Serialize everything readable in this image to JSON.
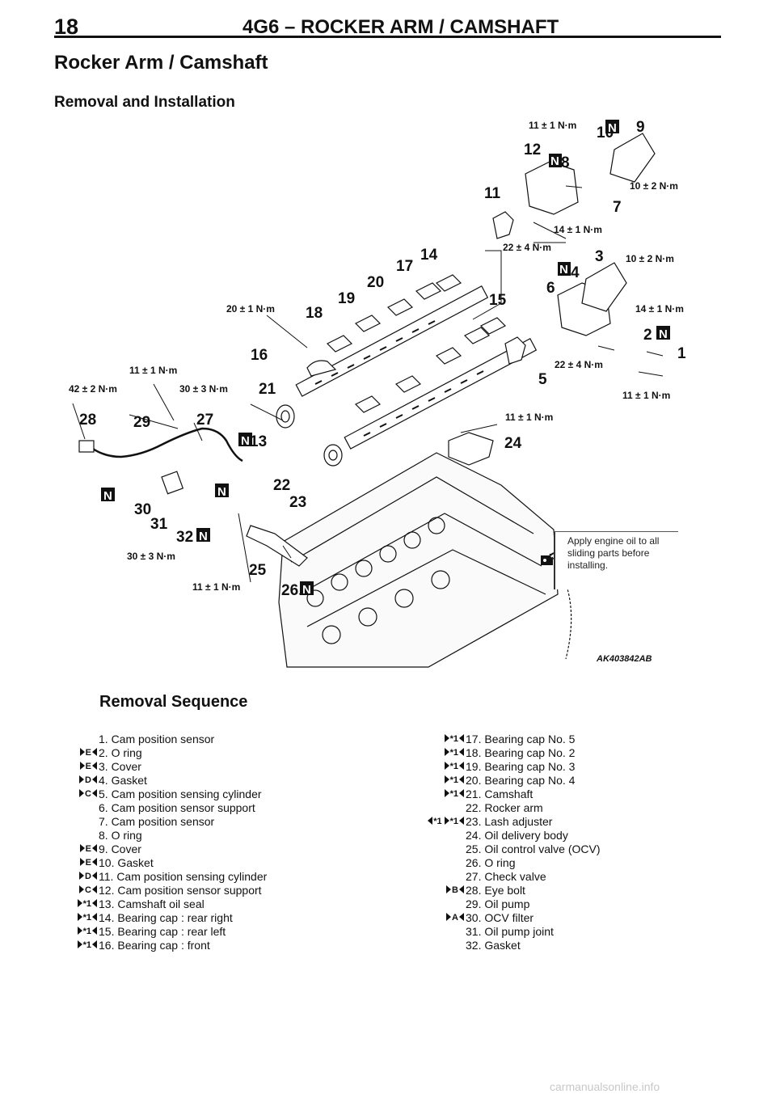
{
  "header": {
    "page_number": "18",
    "section_title": "4G6 – ROCKER ARM / CAMSHAFT"
  },
  "title": "Rocker Arm / Camshaft",
  "subtitle": "Removal and Installation",
  "figure": {
    "image_code": "AK403842AB",
    "note": "Apply engine oil to all sliding parts before installing.",
    "callouts": [
      "1",
      "2",
      "3",
      "4",
      "5",
      "6",
      "7",
      "8",
      "9",
      "10",
      "11",
      "12",
      "13",
      "14",
      "15",
      "16",
      "17",
      "18",
      "19",
      "20",
      "21",
      "22",
      "23",
      "24",
      "25",
      "26",
      "27",
      "28",
      "29",
      "30",
      "31",
      "32"
    ],
    "new_marker": "N",
    "torques": {
      "t_11a": "11 ± 1 N·m",
      "t_10a": "10 ± 2 N·m",
      "t_14a": "14 ± 1 N·m",
      "t_22a": "22 ± 4 N·m",
      "t_10b": "10 ± 2 N·m",
      "t_14b": "14 ± 1 N·m",
      "t_20": "20 ± 1 N·m",
      "t_22b": "22 ± 4 N·m",
      "t_11b": "11 ± 1 N·m",
      "t_11c": "11 ± 1 N·m",
      "t_11d": "11 ± 1 N·m",
      "t_42": "42 ± 2 N·m",
      "t_30a": "30 ± 3 N·m",
      "t_30b": "30 ± 3 N·m",
      "t_11e": "11 ± 1 N·m"
    }
  },
  "sequence_title": "Removal Sequence",
  "sequence_left": [
    {
      "text": "1. Cam position sensor",
      "marks": []
    },
    {
      "text": "2. O ring",
      "marks": [
        "E"
      ]
    },
    {
      "text": "3. Cover",
      "marks": [
        "E"
      ]
    },
    {
      "text": "4. Gasket",
      "marks": [
        "D"
      ]
    },
    {
      "text": "5. Cam position sensing cylinder",
      "marks": [
        "C"
      ]
    },
    {
      "text": "6. Cam position sensor support",
      "marks": []
    },
    {
      "text": "7. Cam position sensor",
      "marks": []
    },
    {
      "text": "8. O ring",
      "marks": []
    },
    {
      "text": "9. Cover",
      "marks": [
        "E"
      ]
    },
    {
      "text": "10. Gasket",
      "marks": [
        "E"
      ]
    },
    {
      "text": "11. Cam position sensing cylinder",
      "marks": [
        "D"
      ]
    },
    {
      "text": "12. Cam position sensor support",
      "marks": [
        "C"
      ]
    },
    {
      "text": "13. Camshaft oil seal",
      "marks": [
        "*1"
      ]
    },
    {
      "text": "14. Bearing cap : rear right",
      "marks": [
        "*1"
      ]
    },
    {
      "text": "15. Bearing cap : rear left",
      "marks": [
        "*1"
      ]
    },
    {
      "text": "16. Bearing cap : front",
      "marks": [
        "*1"
      ]
    }
  ],
  "sequence_right": [
    {
      "text": "17. Bearing cap No. 5",
      "marks": [
        "*1"
      ]
    },
    {
      "text": "18. Bearing cap No. 2",
      "marks": [
        "*1"
      ]
    },
    {
      "text": "19. Bearing cap No. 3",
      "marks": [
        "*1"
      ]
    },
    {
      "text": "20. Bearing cap No. 4",
      "marks": [
        "*1"
      ]
    },
    {
      "text": "21. Camshaft",
      "marks": [
        "*1"
      ]
    },
    {
      "text": "22. Rocker arm",
      "marks": []
    },
    {
      "text": "23. Lash adjuster",
      "marks": [
        "<*1",
        "*1"
      ]
    },
    {
      "text": "24. Oil delivery body",
      "marks": []
    },
    {
      "text": "25. Oil control valve (OCV)",
      "marks": []
    },
    {
      "text": "26. O ring",
      "marks": []
    },
    {
      "text": "27. Check valve",
      "marks": []
    },
    {
      "text": "28. Eye bolt",
      "marks": [
        "B"
      ]
    },
    {
      "text": "29. Oil pump",
      "marks": []
    },
    {
      "text": "30. OCV filter",
      "marks": [
        "A"
      ]
    },
    {
      "text": "31. Oil pump joint",
      "marks": []
    },
    {
      "text": "32. Gasket",
      "marks": []
    }
  ],
  "watermark": "carmanualsonline.info"
}
